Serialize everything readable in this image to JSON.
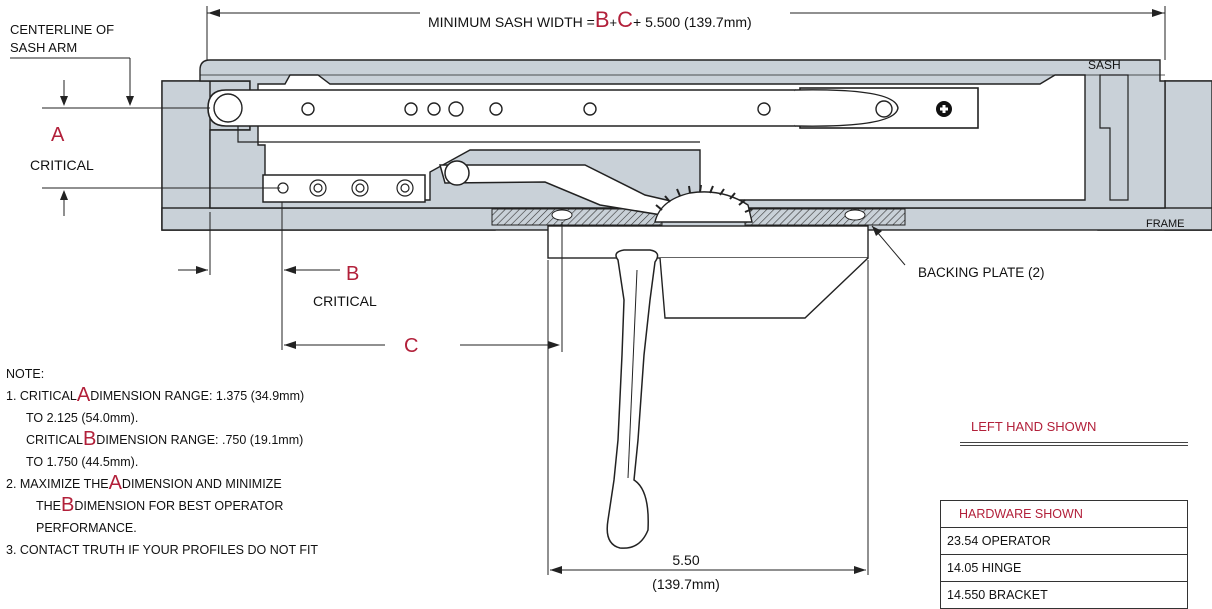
{
  "dimensions": {
    "min_sash_width_prefix": "MINIMUM SASH WIDTH =",
    "b": "B",
    "plus1": "+",
    "c": "C",
    "min_sash_width_suffix": "+ 5.500 (139.7mm)",
    "centerline_line1": "CENTERLINE OF",
    "centerline_line2": "SASH ARM",
    "a_letter": "A",
    "a_critical": "CRITICAL",
    "b_letter": "B",
    "b_critical": "CRITICAL",
    "c_letter": "C",
    "width_in": "5.50",
    "width_mm": "(139.7mm)"
  },
  "labels": {
    "sash": "SASH",
    "frame": "FRAME",
    "backing_plate": "BACKING  PLATE (2)"
  },
  "notes": {
    "heading": "NOTE:",
    "n1_a": "1. CRITICAL",
    "n1_letter": "A",
    "n1_b": "DIMENSION RANGE: 1.375 (34.9mm)",
    "n1_c": "TO 2.125 (54.0mm).",
    "n1_d": "CRITICAL",
    "n1_letter2": "B",
    "n1_e": "DIMENSION RANGE: .750 (19.1mm)",
    "n1_f": "TO 1.750 (44.5mm).",
    "n2_a": "2. MAXIMIZE THE",
    "n2_letter": "A",
    "n2_b": "DIMENSION AND MINIMIZE",
    "n2_c": "THE",
    "n2_letter2": "B",
    "n2_d": "DIMENSION FOR BEST OPERATOR",
    "n2_e": "PERFORMANCE.",
    "n3": "3. CONTACT TRUTH IF YOUR PROFILES DO NOT FIT"
  },
  "left_hand": "LEFT HAND SHOWN",
  "hardware": {
    "title": "HARDWARE SHOWN",
    "rows": [
      "23.54  OPERATOR",
      "14.05  HINGE",
      "14.550  BRACKET"
    ]
  },
  "colors": {
    "accent_red": "#b2203a",
    "profile_gray": "#c9d1d8"
  }
}
